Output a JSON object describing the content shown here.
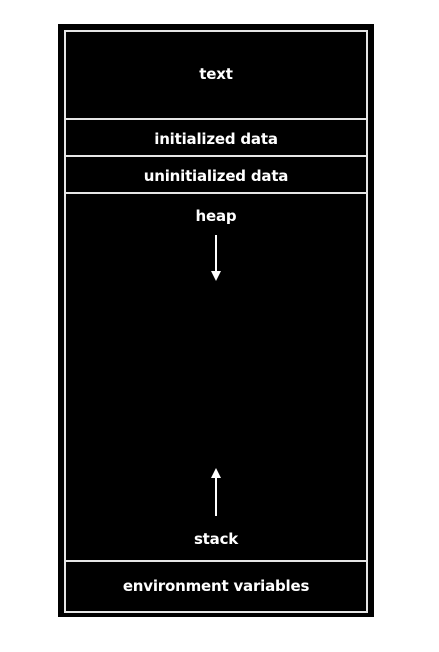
{
  "diagram": {
    "segments": {
      "text": "text",
      "initialized_data": "initialized data",
      "uninitialized_data": "uninitialized data",
      "heap": "heap",
      "stack": "stack",
      "environment_variables": "environment variables"
    },
    "arrows": {
      "heap_direction": "down",
      "stack_direction": "up"
    },
    "colors": {
      "background": "#000000",
      "border": "#e6e6e6",
      "text": "#ffffff",
      "page": "#ffffff"
    }
  }
}
